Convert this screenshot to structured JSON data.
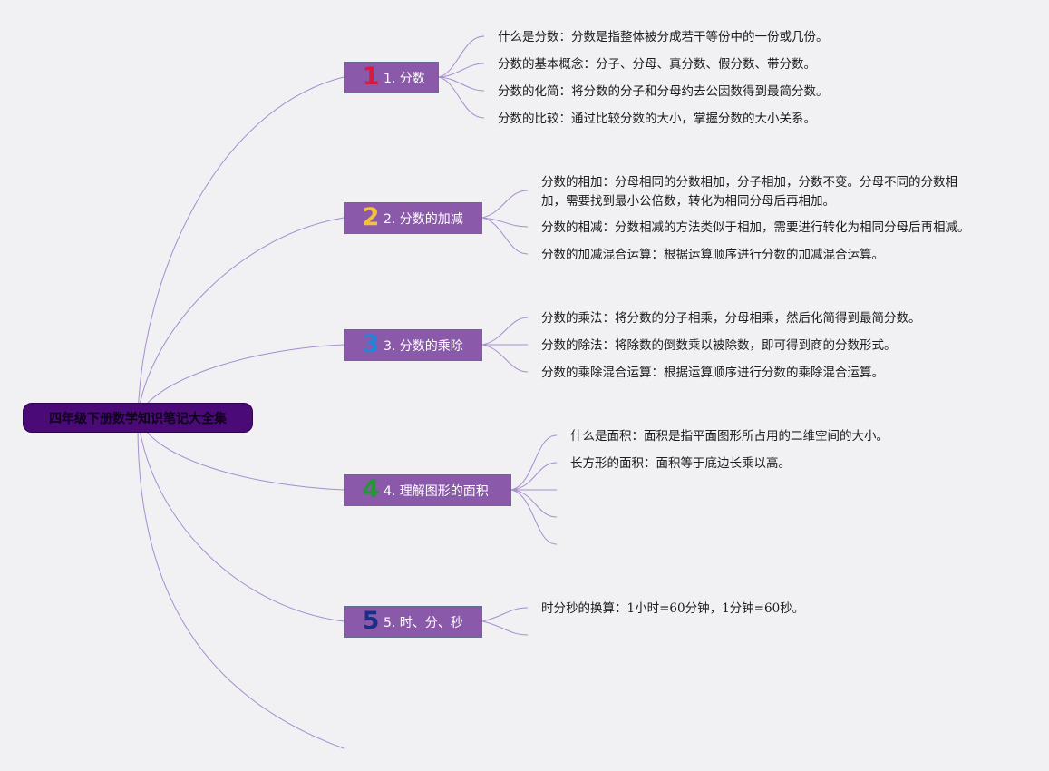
{
  "root": {
    "label": "四年级下册数学知识笔记大全集"
  },
  "branches": [
    {
      "badge": "1",
      "badge_color": "#d51b3e",
      "label": "1. 分数",
      "items": [
        "什么是分数：分数是指整体被分成若干等份中的一份或几份。",
        "分数的基本概念：分子、分母、真分数、假分数、带分数。",
        "分数的化简：将分数的分子和分母约去公因数得到最简分数。",
        "分数的比较：通过比较分数的大小，掌握分数的大小关系。"
      ]
    },
    {
      "badge": "2",
      "badge_color": "#f2c33a",
      "label": "2. 分数的加减",
      "items": [
        "分数的相加：分母相同的分数相加，分子相加，分数不变。分母不同的分数相加，需要找到最小公倍数，转化为相同分母后再相加。",
        "分数的相减：分数相减的方法类似于相加，需要进行转化为相同分母后再相减。",
        "分数的加减混合运算：根据运算顺序进行分数的加减混合运算。"
      ]
    },
    {
      "badge": "3",
      "badge_color": "#1e86d8",
      "label": "3. 分数的乘除",
      "items": [
        "分数的乘法：将分数的分子相乘，分母相乘，然后化简得到最简分数。",
        "分数的除法：将除数的倒数乘以被除数，即可得到商的分数形式。",
        "分数的乘除混合运算：根据运算顺序进行分数的乘除混合运算。"
      ]
    },
    {
      "badge": "4",
      "badge_color": "#1e9a2e",
      "label": "4. 理解图形的面积",
      "items": [
        "什么是面积：面积是指平面图形所占用的二维空间的大小。",
        "长方形的面积：面积等于底边长乘以高。"
      ]
    },
    {
      "badge": "5",
      "badge_color": "#1a2e86",
      "label": "5. 时、分、秒",
      "items": [
        "时分秒的换算：1小时=60分钟，1分钟=60秒。"
      ]
    }
  ],
  "colors": {
    "background": "#f1f0f3",
    "root_fill": "#4a0a78",
    "branch_fill": "#8b59a9",
    "connector": "#a58ed0"
  }
}
